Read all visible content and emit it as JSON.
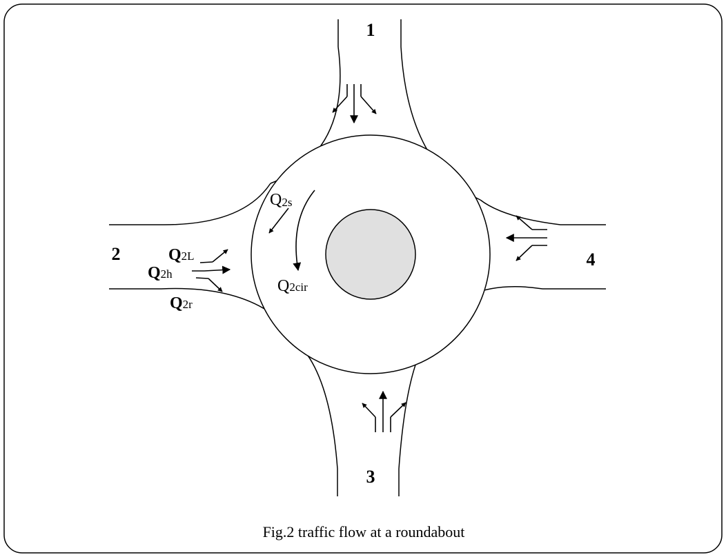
{
  "approaches": {
    "north": "1",
    "west": "2",
    "south": "3",
    "east": "4"
  },
  "flows": {
    "q2l": {
      "main": "Q",
      "sub": "2L"
    },
    "q2h": {
      "main": "Q",
      "sub": "2h"
    },
    "q2r": {
      "main": "Q",
      "sub": "2r"
    },
    "q2s": {
      "main": "Q",
      "sub": "2s"
    },
    "q2cir": {
      "main": "Q",
      "sub": "2cir"
    }
  },
  "caption": "Fig.2 traffic flow at a roundabout",
  "colors": {
    "island_fill": "#e0e0e0",
    "line": "#000000",
    "background": "#ffffff"
  }
}
